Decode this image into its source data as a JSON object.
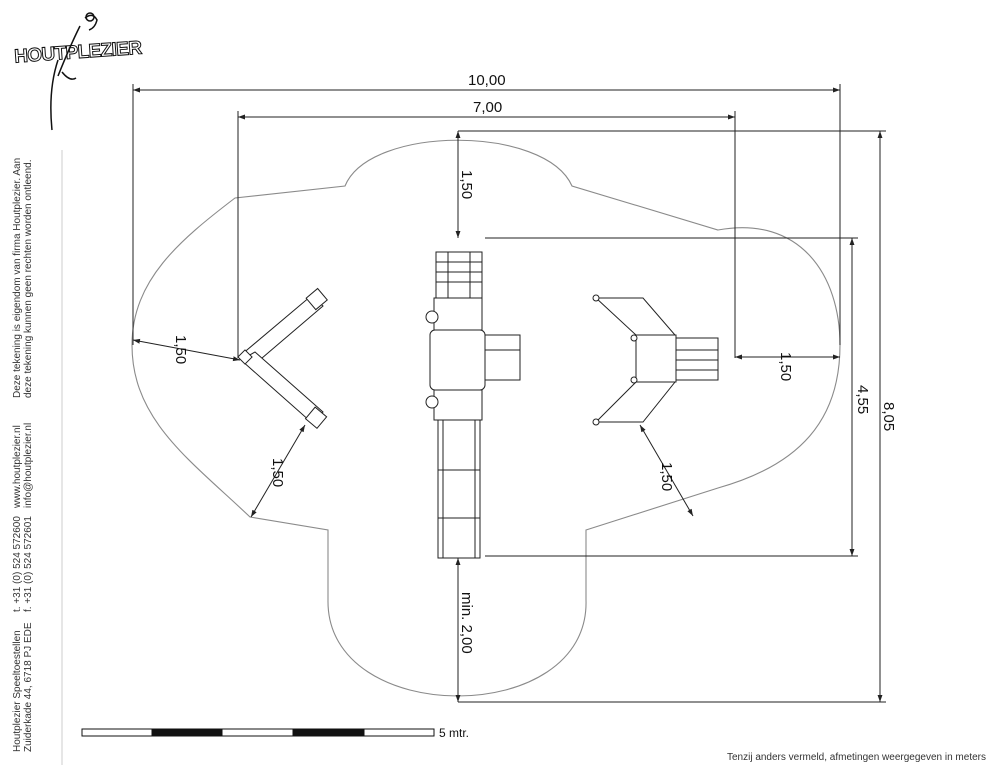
{
  "logo": {
    "text": "HOUTPLEZIER"
  },
  "side_text": {
    "company_line1": "Houtplezier Speeltoestellen",
    "company_line2": "Zuiderkade 44, 6718 PJ EDE",
    "phone_line1": "t. +31 (0) 524 572600",
    "phone_line2": "f. +31 (0) 524 572601",
    "web_line1": "www.houtplezier.nl",
    "web_line2": "info@houtplezier.nl",
    "notice_line1": "Deze tekening is eigendom van firma Houtplezier. Aan",
    "notice_line2": "deze tekening kunnen geen rechten worden ontleend."
  },
  "dimensions": {
    "total_width": "10,00",
    "inner_width": "7,00",
    "top_clearance": "1,50",
    "left_clearance": "1,50",
    "left_lower_clearance": "1,50",
    "right_clearance": "1,50",
    "right_lower_clearance": "1,50",
    "inner_height": "4,55",
    "total_height": "8,05",
    "bottom_clearance": "min. 2,00"
  },
  "scale_bar": {
    "label": "5 mtr."
  },
  "footer": {
    "note": "Tenzij anders vermeld, afmetingen weergegeven in meters"
  },
  "colors": {
    "line": "#111111",
    "zone": "#8a8a8a",
    "dim": "#222222"
  }
}
